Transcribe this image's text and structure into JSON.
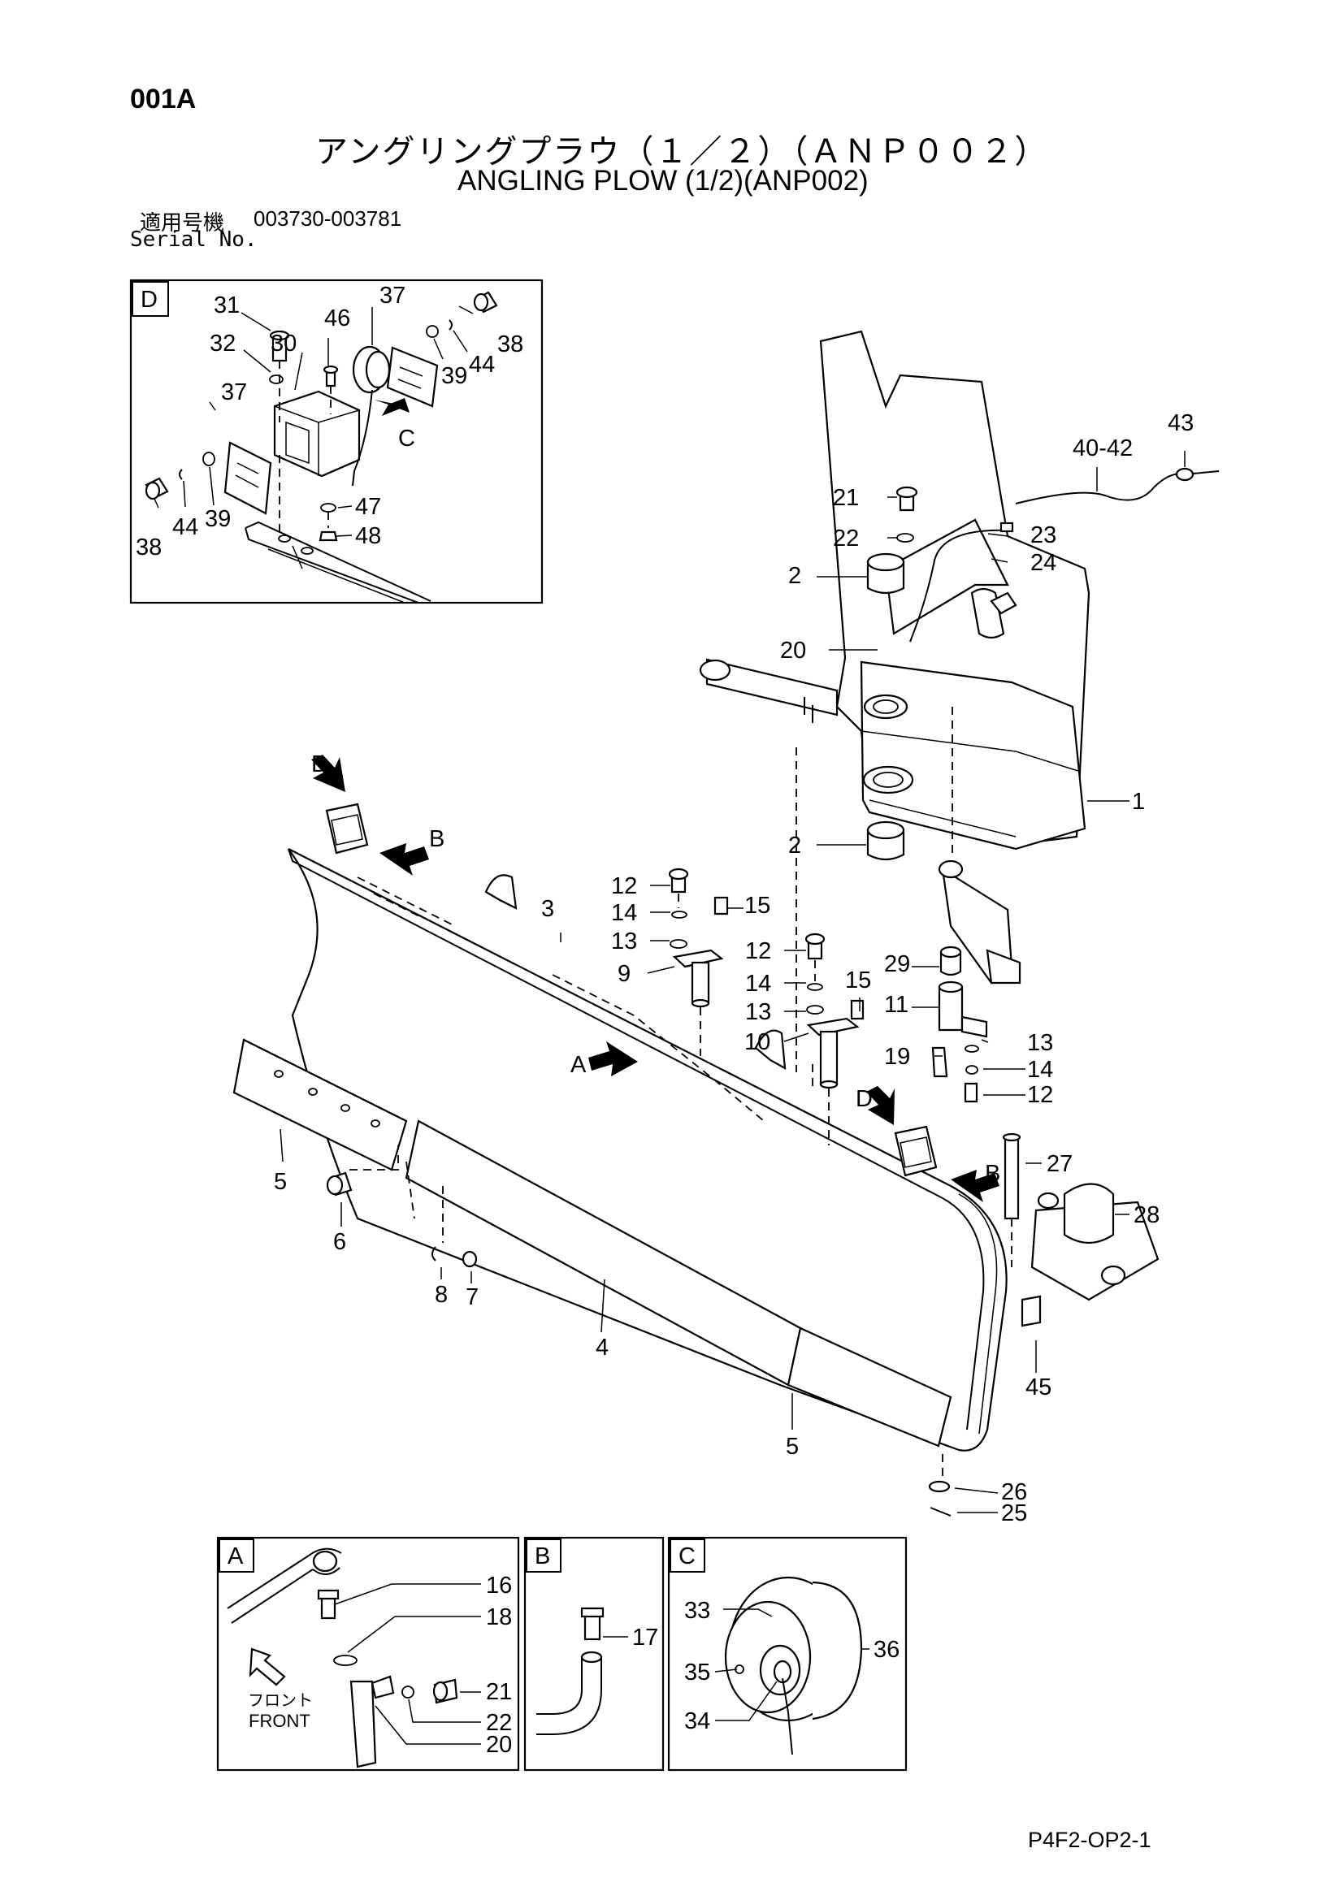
{
  "header": {
    "page_code": "001A",
    "title_jp": "アングリングプラウ（１／２）（ＡＮＰ００２）",
    "title_en": "ANGLING PLOW (1/2)(ANP002)",
    "serial_label_jp": "適用号機",
    "serial_range": "003730-003781",
    "serial_label_en": "Serial No."
  },
  "footer": {
    "figure_code": "P4F2-OP2-1"
  },
  "detail_views": {
    "D": {
      "tag": "D",
      "callouts": [
        "31",
        "32",
        "30",
        "46",
        "37",
        "38",
        "39",
        "44",
        "37",
        "38",
        "44",
        "39",
        "47",
        "48"
      ],
      "arrow_label": "C"
    },
    "A": {
      "tag": "A",
      "callouts": [
        "16",
        "18",
        "21",
        "22",
        "20"
      ],
      "front_jp": "フロント",
      "front_en": "FRONT"
    },
    "B": {
      "tag": "B",
      "callouts": [
        "17"
      ]
    },
    "C": {
      "tag": "C",
      "callouts": [
        "33",
        "36",
        "35",
        "34"
      ]
    }
  },
  "main_view": {
    "callouts": [
      "43",
      "40-42",
      "21",
      "23",
      "22",
      "24",
      "2",
      "20",
      "1",
      "2",
      "12",
      "15",
      "14",
      "3",
      "13",
      "9",
      "12",
      "29",
      "14",
      "15",
      "13",
      "11",
      "13",
      "10",
      "19",
      "14",
      "12",
      "27",
      "28",
      "5",
      "6",
      "8",
      "7",
      "4",
      "45",
      "5",
      "26",
      "25"
    ],
    "view_labels": [
      "D",
      "B",
      "A",
      "D",
      "B"
    ]
  }
}
